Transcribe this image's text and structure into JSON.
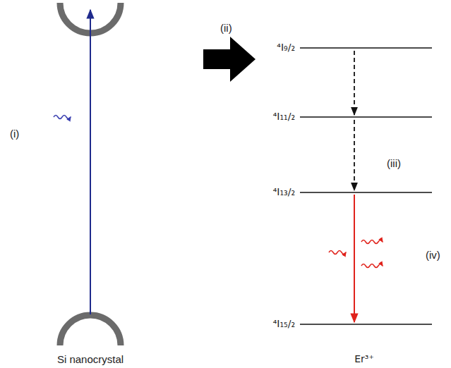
{
  "diagram": {
    "labels": [
      "(i)",
      "(ii)",
      "⁴I₉/₂",
      "⁴I₁₁/₂",
      "(iii)",
      "⁴I₁₃/₂",
      "(iv)",
      "⁴I₁₅/₂",
      "Si nanocrystal",
      "Er³⁺"
    ]
  }
}
